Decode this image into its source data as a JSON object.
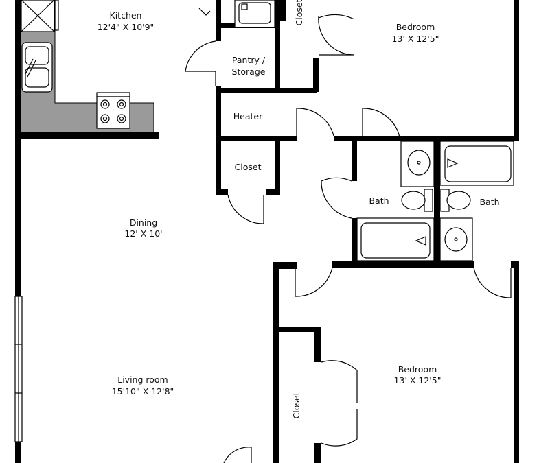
{
  "rooms": {
    "kitchen": {
      "name": "Kitchen",
      "size": "12'4\" X 10'9\""
    },
    "bedroom_top": {
      "name": "Bedroom",
      "size": "13' X 12'5\""
    },
    "pantry": {
      "line1": "Pantry /",
      "line2": "Storage"
    },
    "heater": {
      "name": "Heater"
    },
    "closet_hall": {
      "name": "Closet"
    },
    "closet_top": {
      "name": "Closet"
    },
    "bath_left": {
      "name": "Bath"
    },
    "bath_right": {
      "name": "Bath"
    },
    "dining": {
      "name": "Dining",
      "size": "12' X 10'"
    },
    "living": {
      "name": "Living room",
      "size": "15'10\" X 12'8\""
    },
    "bedroom_bottom": {
      "name": "Bedroom",
      "size": "13' X 12'5\""
    },
    "closet_bottom": {
      "name": "Closet"
    }
  },
  "colors": {
    "wall": "#000000",
    "counter": "#9a9a9a",
    "background": "#ffffff"
  }
}
